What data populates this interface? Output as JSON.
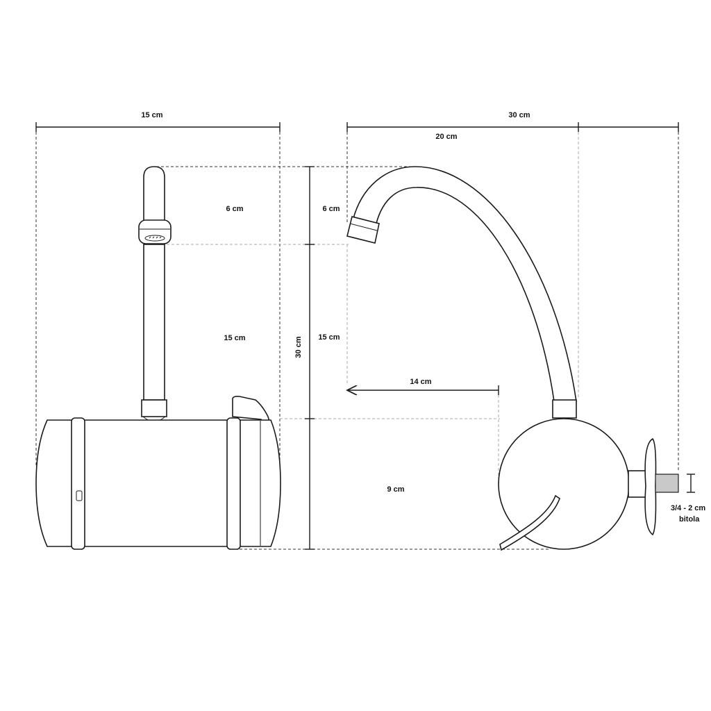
{
  "dims": {
    "front_width": "15 cm",
    "front_top": "6 cm",
    "front_mid": "15 cm",
    "total_height": "30 cm",
    "side_top": "6 cm",
    "side_mid": "15 cm",
    "side_bottom": "9 cm",
    "side_width": "30 cm",
    "spout_reach": "20 cm",
    "spout_depth": "14 cm",
    "gauge_line1": "3/4 - 2 cm",
    "gauge_line2": "bitola"
  }
}
